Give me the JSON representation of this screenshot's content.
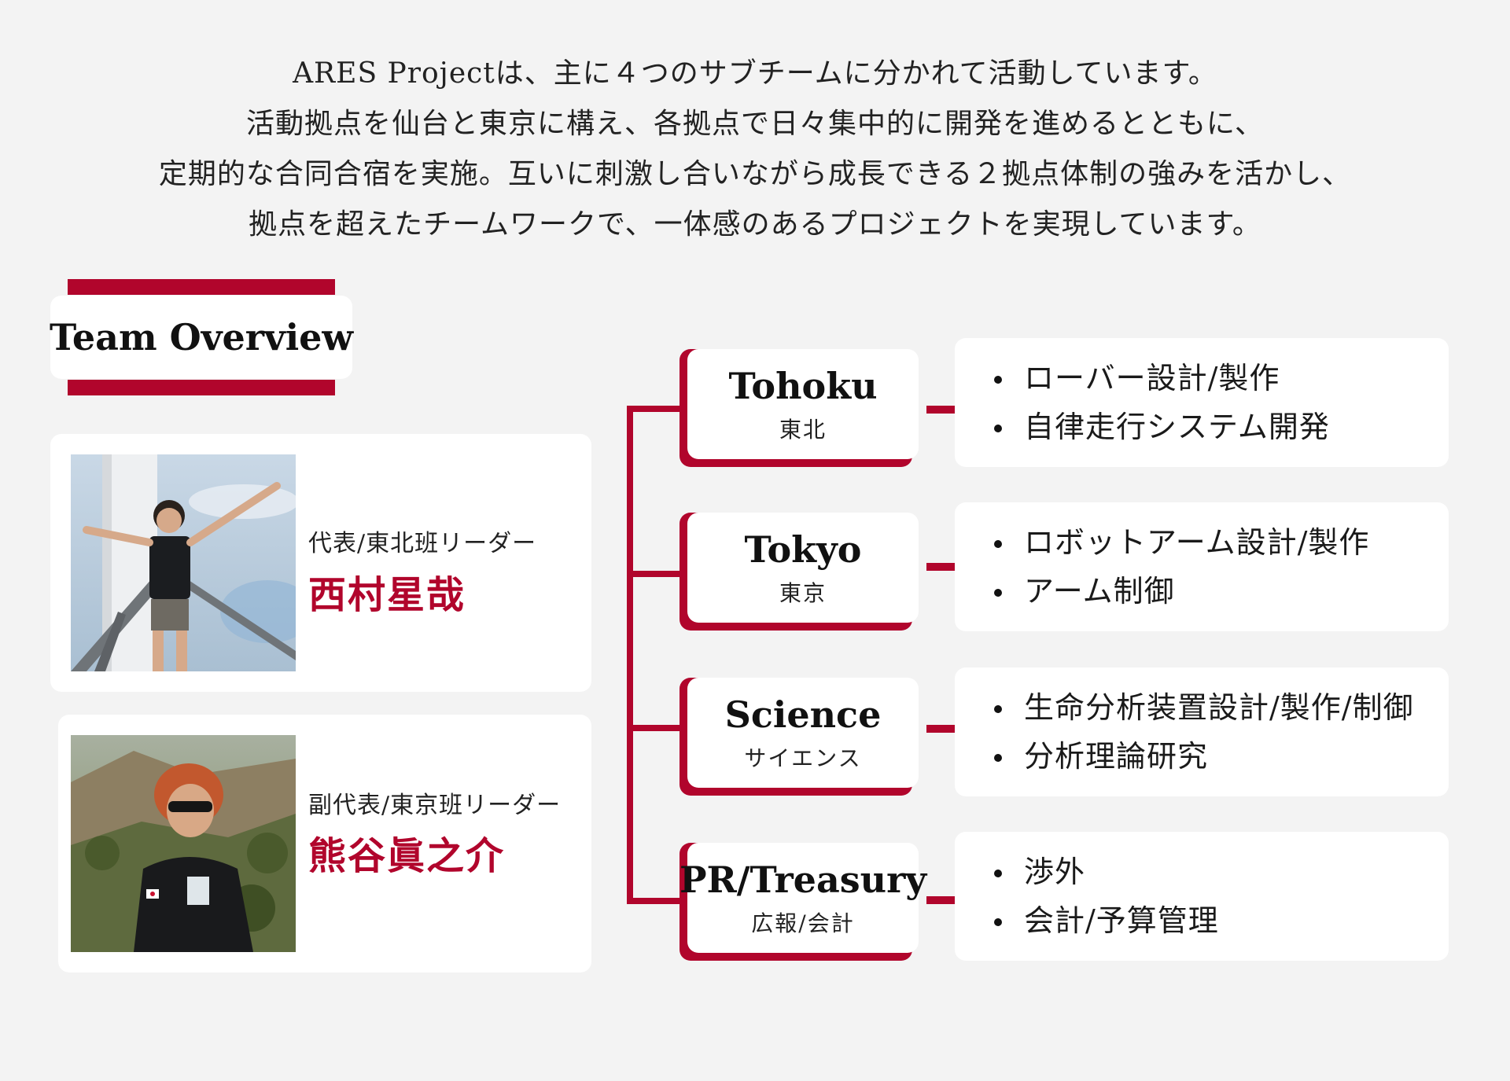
{
  "intro": {
    "lines": [
      "ARES Projectは、主に４つのサブチームに分かれて活動しています。",
      "活動拠点を仙台と東京に構え、各拠点で日々集中的に開発を進めるとともに、",
      "定期的な合同合宿を実施。互いに刺激し合いながら成長できる２拠点体制の強みを活かし、",
      "拠点を超えたチームワークで、一体感のあるプロジェクトを実現しています。"
    ]
  },
  "overview": {
    "title": "Team Overview"
  },
  "leaders": [
    {
      "role": "代表/東北班リーダー",
      "name": "西村星哉"
    },
    {
      "role": "副代表/東京班リーダー",
      "name": "熊谷眞之介"
    }
  ],
  "teams": [
    {
      "en": "Tohoku",
      "jp": "東北",
      "tasks": [
        "ローバー設計/製作",
        "自律走行システム開発"
      ]
    },
    {
      "en": "Tokyo",
      "jp": "東京",
      "tasks": [
        "ロボットアーム設計/製作",
        "アーム制御"
      ]
    },
    {
      "en": "Science",
      "jp": "サイエンス",
      "tasks": [
        "生命分析装置設計/製作/制御",
        "分析理論研究"
      ]
    },
    {
      "en": "PR/Treasury",
      "jp": "広報/会計",
      "tasks": [
        "渉外",
        "会計/予算管理"
      ]
    }
  ],
  "colors": {
    "accent": "#b1052c",
    "background": "#f3f3f3",
    "card": "#ffffff"
  }
}
